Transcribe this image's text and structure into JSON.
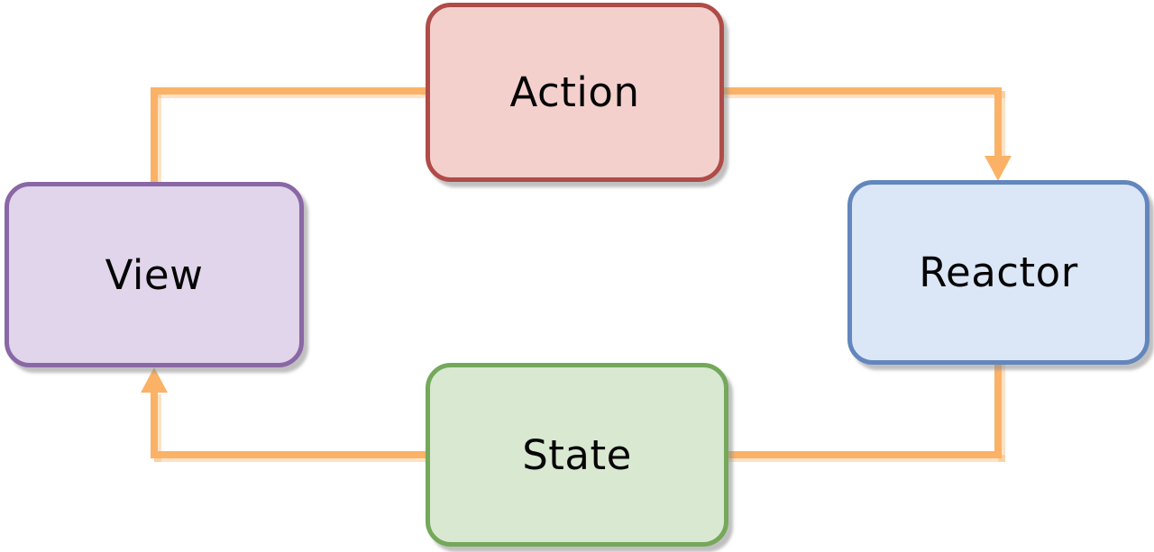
{
  "diagram": {
    "type": "flow-cycle",
    "background": "#ffffff",
    "text_color": "#050505",
    "connector": {
      "color": "#fbb267",
      "shadow_color": "#fde3c5",
      "style": "elbow"
    },
    "nodes": [
      {
        "id": "action",
        "label": "Action",
        "position": "top-center",
        "fill": "#f4d0cd",
        "border": "#af4c48"
      },
      {
        "id": "reactor",
        "label": "Reactor",
        "position": "middle-right",
        "fill": "#dbe7f6",
        "border": "#6286bd"
      },
      {
        "id": "state",
        "label": "State",
        "position": "bottom-center",
        "fill": "#d9e8d1",
        "border": "#74a85a"
      },
      {
        "id": "view",
        "label": "View",
        "position": "middle-left",
        "fill": "#e0d5ea",
        "border": "#8a67a5"
      }
    ],
    "edges": [
      {
        "from": "view",
        "to": "action",
        "arrowhead": false
      },
      {
        "from": "action",
        "to": "reactor",
        "arrowhead": true
      },
      {
        "from": "reactor",
        "to": "state",
        "arrowhead": false
      },
      {
        "from": "state",
        "to": "view",
        "arrowhead": true
      }
    ]
  }
}
